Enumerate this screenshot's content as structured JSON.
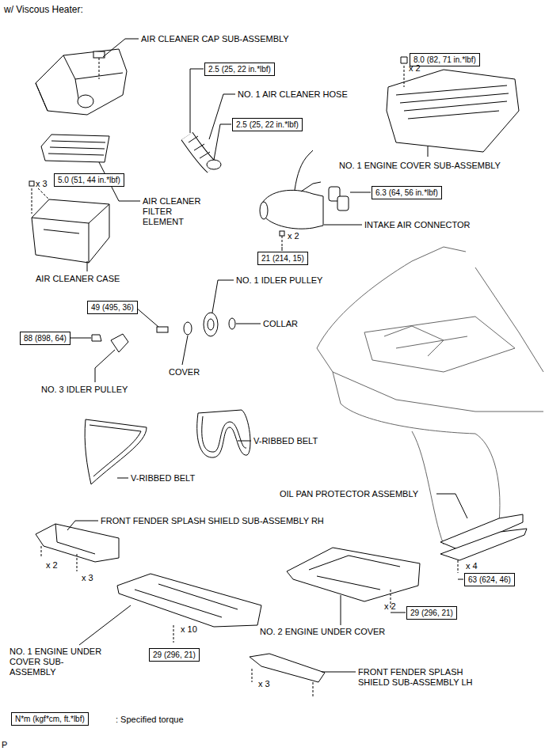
{
  "diagram": {
    "title": "w/ Viscous Heater:",
    "nodes": [
      {
        "text": [
          "8.0 (82, 71 in.*lbf)"
        ]
      },
      {
        "text": [
          "2.5 (25, 22 in.*lbf)"
        ]
      },
      {
        "text": [
          "2.5 (25, 22 in.*lbf)"
        ]
      },
      {
        "text": [
          "5.0 (51, 44 in.*lbf)"
        ]
      },
      {
        "text": [
          "6.3 (64, 56 in.*lbf)"
        ]
      },
      {
        "text": [
          "21 (214, 15)"
        ]
      },
      {
        "text": [
          "49 (495, 36)"
        ]
      },
      {
        "text": [
          "88 (898, 64)"
        ]
      },
      {
        "text": [
          "63 (624, 46)"
        ]
      },
      {
        "text": [
          "29 (296, 21)"
        ]
      },
      {
        "text": [
          "29 (296, 21)"
        ]
      },
      {
        "text": [
          "N*m (kgf*cm, ft.*lbf)"
        ]
      }
    ],
    "labels": [
      "AIR CLEANER CAP SUB-ASSEMBLY",
      "x 2",
      "NO. 1 AIR CLEANER HOSE",
      "NO. 1 ENGINE COVER SUB-ASSEMBLY",
      "x 3",
      "AIR CLEANER FILTER ELEMENT",
      "INTAKE AIR CONNECTOR",
      "x 2",
      "AIR CLEANER CASE",
      "NO. 1 IDLER PULLEY",
      "COLLAR",
      "COVER",
      "NO. 3 IDLER PULLEY",
      "V-RIBBED BELT",
      "V-RIBBED BELT",
      "OIL PAN PROTECTOR ASSEMBLY",
      "FRONT FENDER SPLASH SHIELD SUB-ASSEMBLY RH",
      "x 2",
      "x 3",
      "x 4",
      "x 2",
      "x 10",
      "NO. 1 ENGINE UNDER COVER SUB-ASSEMBLY",
      "NO. 2 ENGINE UNDER COVER",
      "FRONT FENDER SPLASH SHIELD SUB-ASSEMBLY LH",
      "x 3",
      ": Specified torque",
      "P"
    ]
  }
}
